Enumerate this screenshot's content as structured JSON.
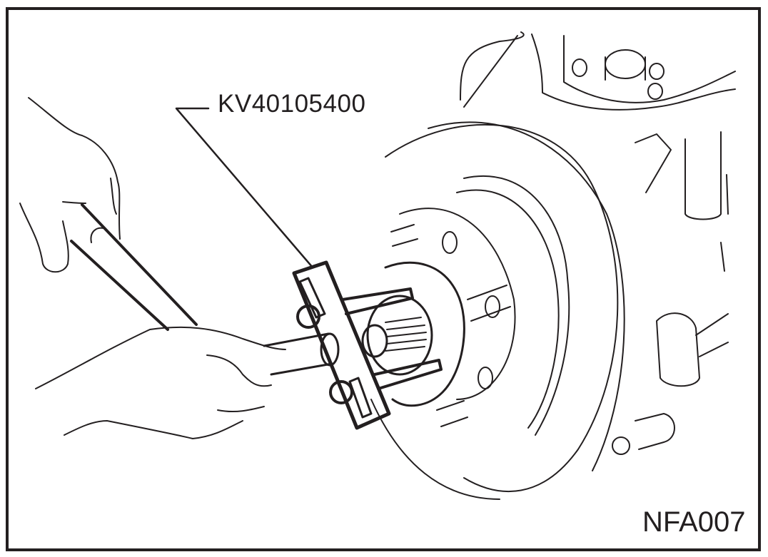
{
  "figure": {
    "part_number_label": "KV40105400",
    "figure_code": "NFA007",
    "description": "Hand tool (puller) attached to wheel hub; hands holding bar and socket wrench, brake disc rotor and steering knuckle shown",
    "ink_color": "#231f20",
    "background_color": "#ffffff"
  }
}
